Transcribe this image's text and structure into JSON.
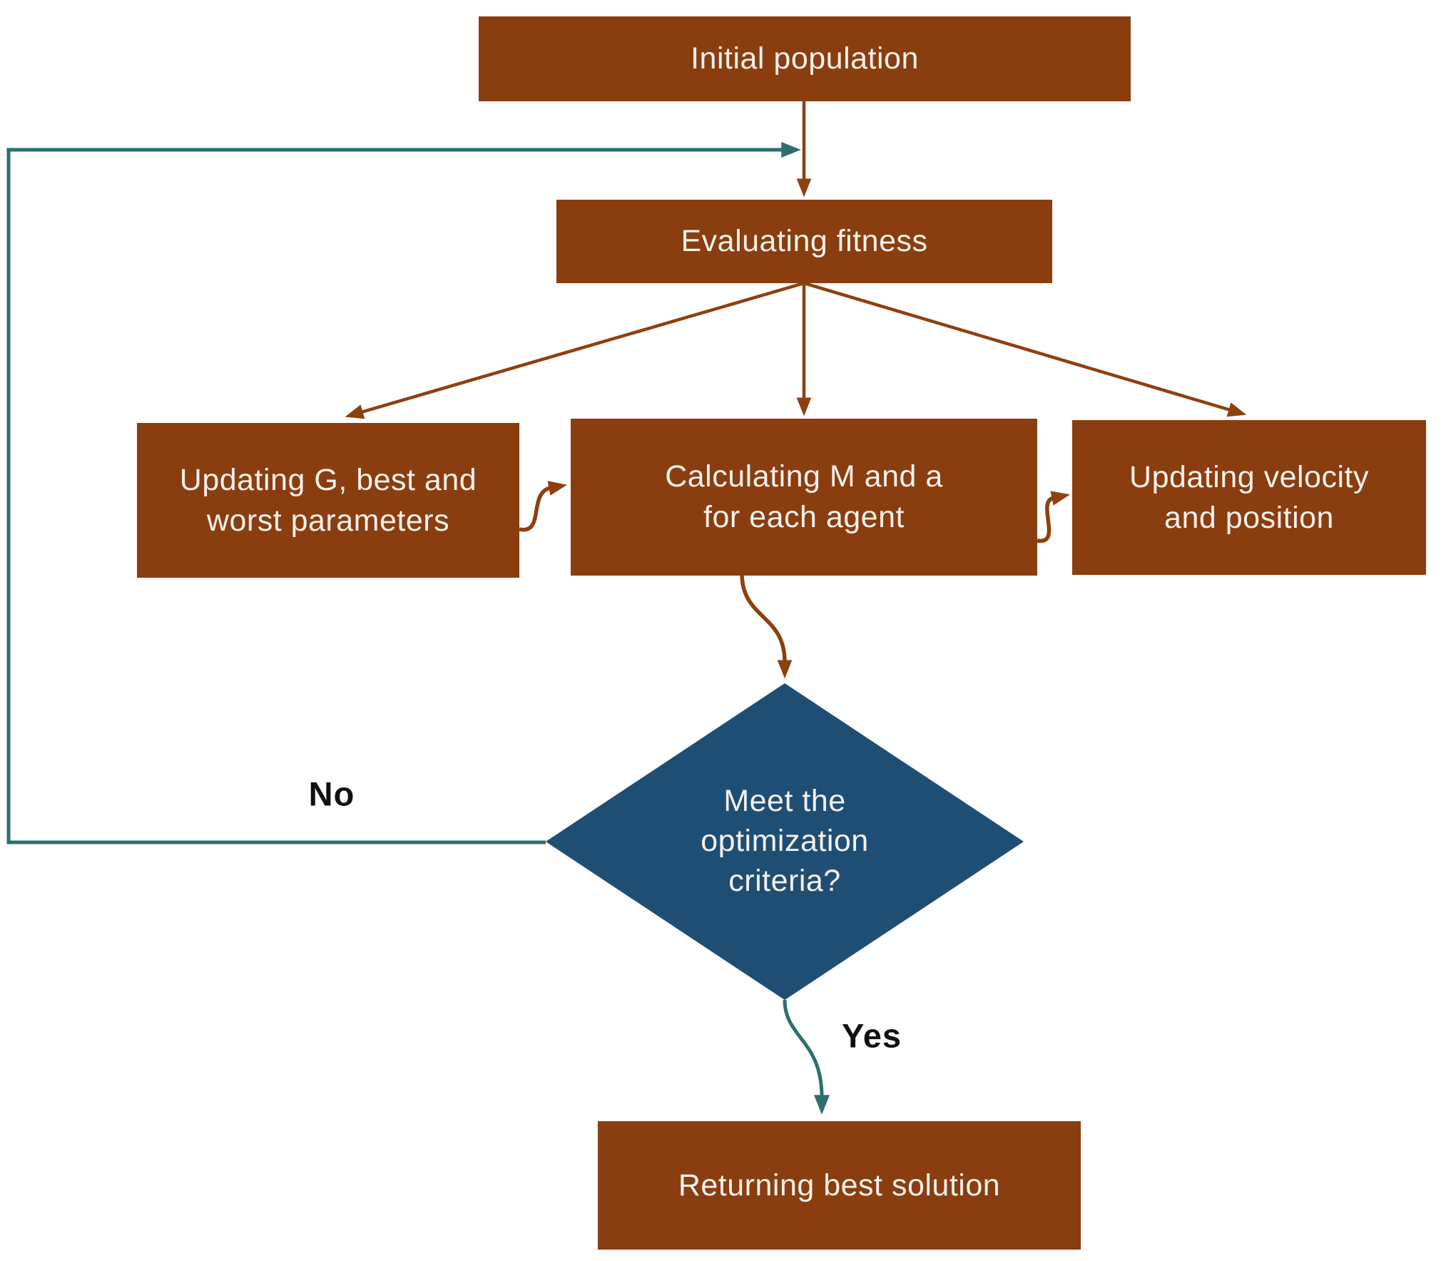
{
  "diagram": {
    "nodes": {
      "initial": {
        "label": "Initial population"
      },
      "evaluate": {
        "label": "Evaluating fitness"
      },
      "update_g": {
        "lines": [
          "Updating G, best and",
          "worst parameters"
        ]
      },
      "calc_m": {
        "lines": [
          "Calculating M and a",
          "for each agent"
        ]
      },
      "update_v": {
        "lines": [
          "Updating velocity",
          "and position"
        ]
      },
      "decision": {
        "lines": [
          "Meet the",
          "optimization",
          "criteria?"
        ]
      },
      "return": {
        "label": "Returning best solution"
      }
    },
    "edges": {
      "no_label": "No",
      "yes_label": "Yes"
    },
    "colors": {
      "process_fill": "#8A3D0F",
      "decision_fill": "#1F4E74",
      "arrow_brown": "#8E400F",
      "arrow_teal": "#2E6E6E",
      "text_light": "#F5F1EC",
      "label_dark": "#111111",
      "background": "#FFFFFF"
    }
  }
}
